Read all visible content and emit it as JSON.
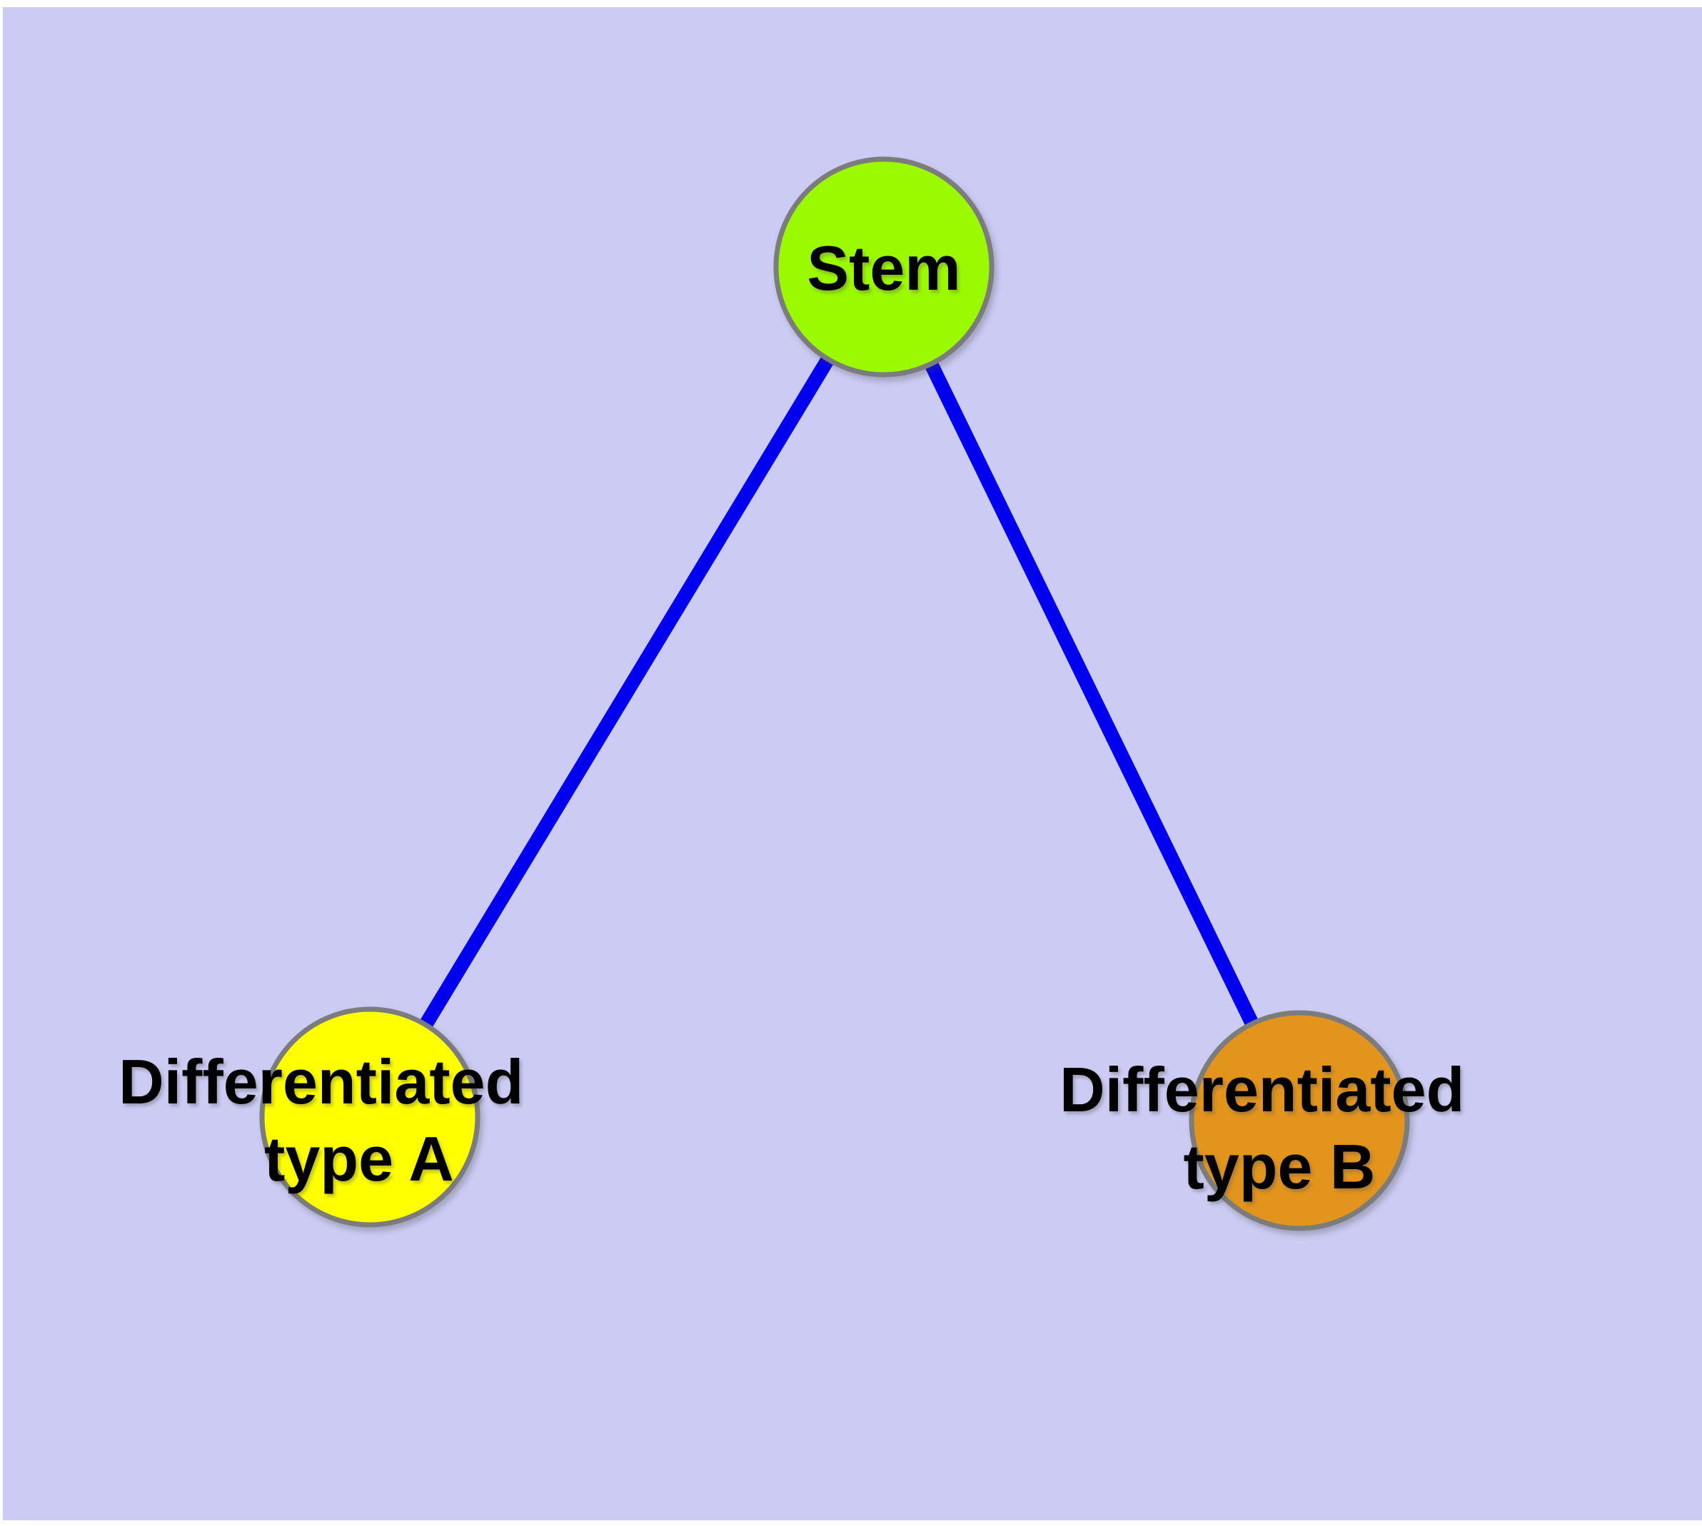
{
  "diagram": {
    "type": "graph",
    "background_color": "#cbcbf4",
    "edge_color": "#0000ee",
    "node_border_color": "#7b7b7b",
    "label_color": "#000000",
    "nodes": [
      {
        "id": "stem",
        "label": "Stem",
        "fill": "#9bfa00"
      },
      {
        "id": "differentiated-type-a",
        "label_line1": "Differentiated",
        "label_line2": "type A",
        "fill": "#ffff00"
      },
      {
        "id": "differentiated-type-b",
        "label_line1": "Differentiated",
        "label_line2": "type B",
        "fill": "#e2941d"
      }
    ],
    "edges": [
      {
        "from": "stem",
        "to": "differentiated-type-a"
      },
      {
        "from": "stem",
        "to": "differentiated-type-b"
      }
    ]
  }
}
